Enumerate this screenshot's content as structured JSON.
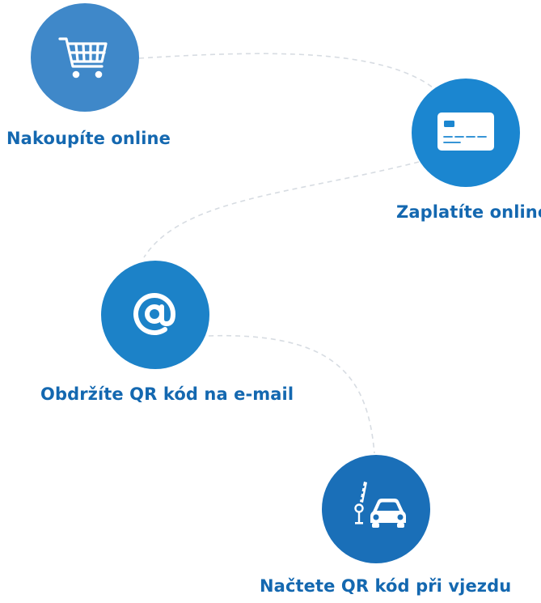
{
  "colors": {
    "step1": "#3f88c9",
    "step2": "#1b86d0",
    "step3": "#1c82c8",
    "step4": "#1a6fb8",
    "label": "#1468b0",
    "connector": "#d7dce2",
    "icon": "#ffffff"
  },
  "steps": [
    {
      "label": "Nakoupíte online",
      "icon": "shopping-cart-icon"
    },
    {
      "label": "Zaplatíte online",
      "icon": "credit-card-icon"
    },
    {
      "label": "Obdržíte QR kód na e-mail",
      "icon": "at-sign-icon"
    },
    {
      "label": "Načtete QR kód při vjezdu",
      "icon": "car-barrier-icon"
    }
  ]
}
